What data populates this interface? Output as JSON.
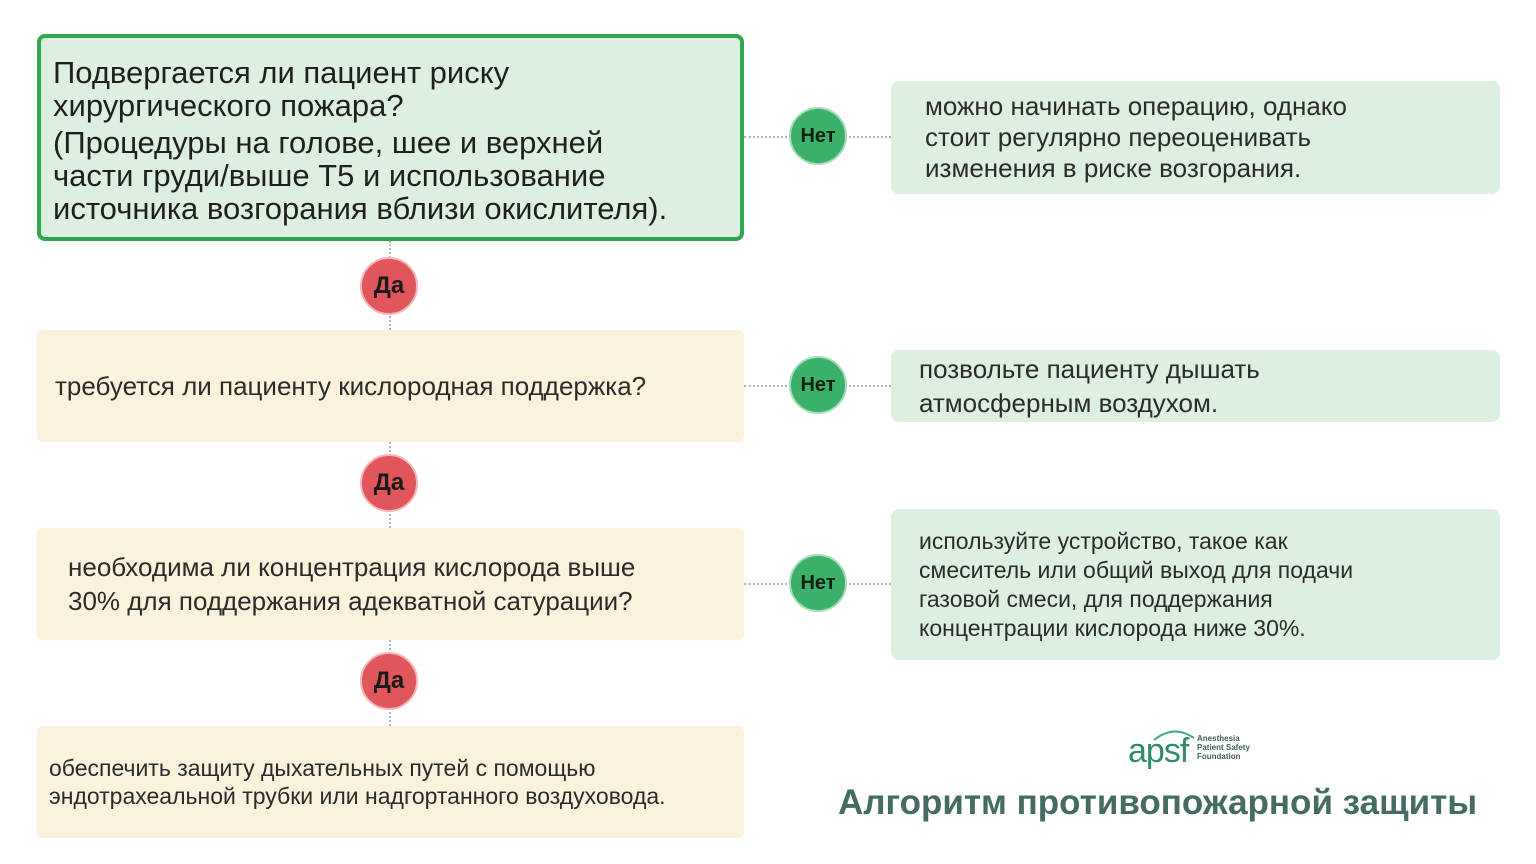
{
  "questions": [
    {
      "line1": "Подвергается ли пациент риску\nхирургического пожара?",
      "line2": "(Процедуры на голове, шее и верхней\nчасти груди/выше T5 и использование\nисточника возгорания вблизи окислителя)."
    },
    {
      "text": "требуется ли пациенту кислородная поддержка?"
    },
    {
      "text": "необходима ли концентрация кислорода выше\n30% для поддержания адекватной сатурации?"
    },
    {
      "text": "обеспечить защиту дыхательных путей с помощью\nэндотрахеальной трубки или надгортанного воздуховода."
    }
  ],
  "answers": [
    {
      "text": "можно начинать операцию, однако\nстоит регулярно переоценивать\nизменения в риске возгорания."
    },
    {
      "text": "позвольте пациенту дышать\nатмосферным воздухом."
    },
    {
      "text": "используйте устройство, такое как\nсмеситель или общий выход для подачи\nгазовой смеси, для поддержания\nконцентрации кислорода ниже 30%."
    }
  ],
  "yes_label": "Да",
  "no_label": "Нет",
  "logo": {
    "word": "apsf",
    "sub": "Anesthesia\nPatient Safety\nFoundation"
  },
  "title": "Алгоритм противопожарной защиты",
  "colors": {
    "question_border": "#2fa84f",
    "question_bg": "#dcefe0",
    "step_bg": "#fbf2dc",
    "answer_bg": "#dcefe0",
    "yes": "#e0565b",
    "no": "#3bb06a",
    "title": "#456b62"
  }
}
